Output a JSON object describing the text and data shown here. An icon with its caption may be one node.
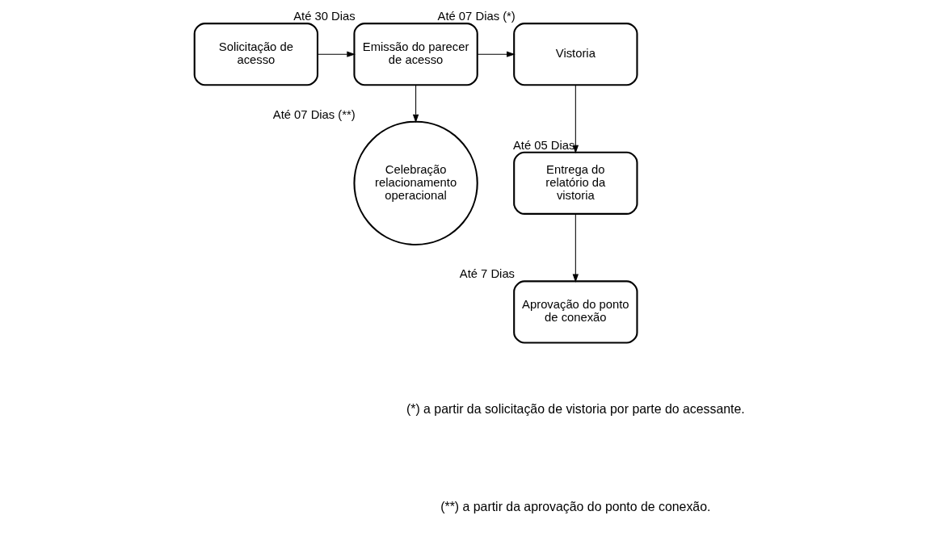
{
  "diagram": {
    "nodes": [
      {
        "text": [
          "Solicitação de acesso"
        ]
      },
      {
        "text": [
          "Emissão do parecer de acesso"
        ],
        "beside": [
          "Até 30 Dias"
        ]
      },
      {
        "text": [
          "Vistoria"
        ],
        "beside": [
          "Até 07 Dias (*)"
        ]
      },
      {
        "text": [
          "Celebração relacionamento operacional"
        ],
        "beside": [
          "Até 07 Dias (**)"
        ]
      },
      {
        "text": [
          "Entrega do relatório da vistoria"
        ],
        "beside": [
          "Até 05 Dias"
        ]
      },
      {
        "text": [
          "Aprovação do ponto de conexão"
        ],
        "beside": [
          "Até 7 Dias"
        ]
      }
    ],
    "edges": [
      {
        "from": 0,
        "to": 1,
        "arrow": "to"
      },
      {
        "from": 1,
        "to": 2,
        "arrow": "to"
      },
      {
        "from": 1,
        "to": 3,
        "arrow": "to"
      },
      {
        "from": 2,
        "to": 4,
        "arrow": "to"
      },
      {
        "from": 4,
        "to": 5,
        "arrow": "to"
      }
    ],
    "labels": [
      "(*) a partir da solicitação de vistoria por parte do acessante.",
      "(**) a partir da aprovação do ponto de conexão."
    ]
  }
}
